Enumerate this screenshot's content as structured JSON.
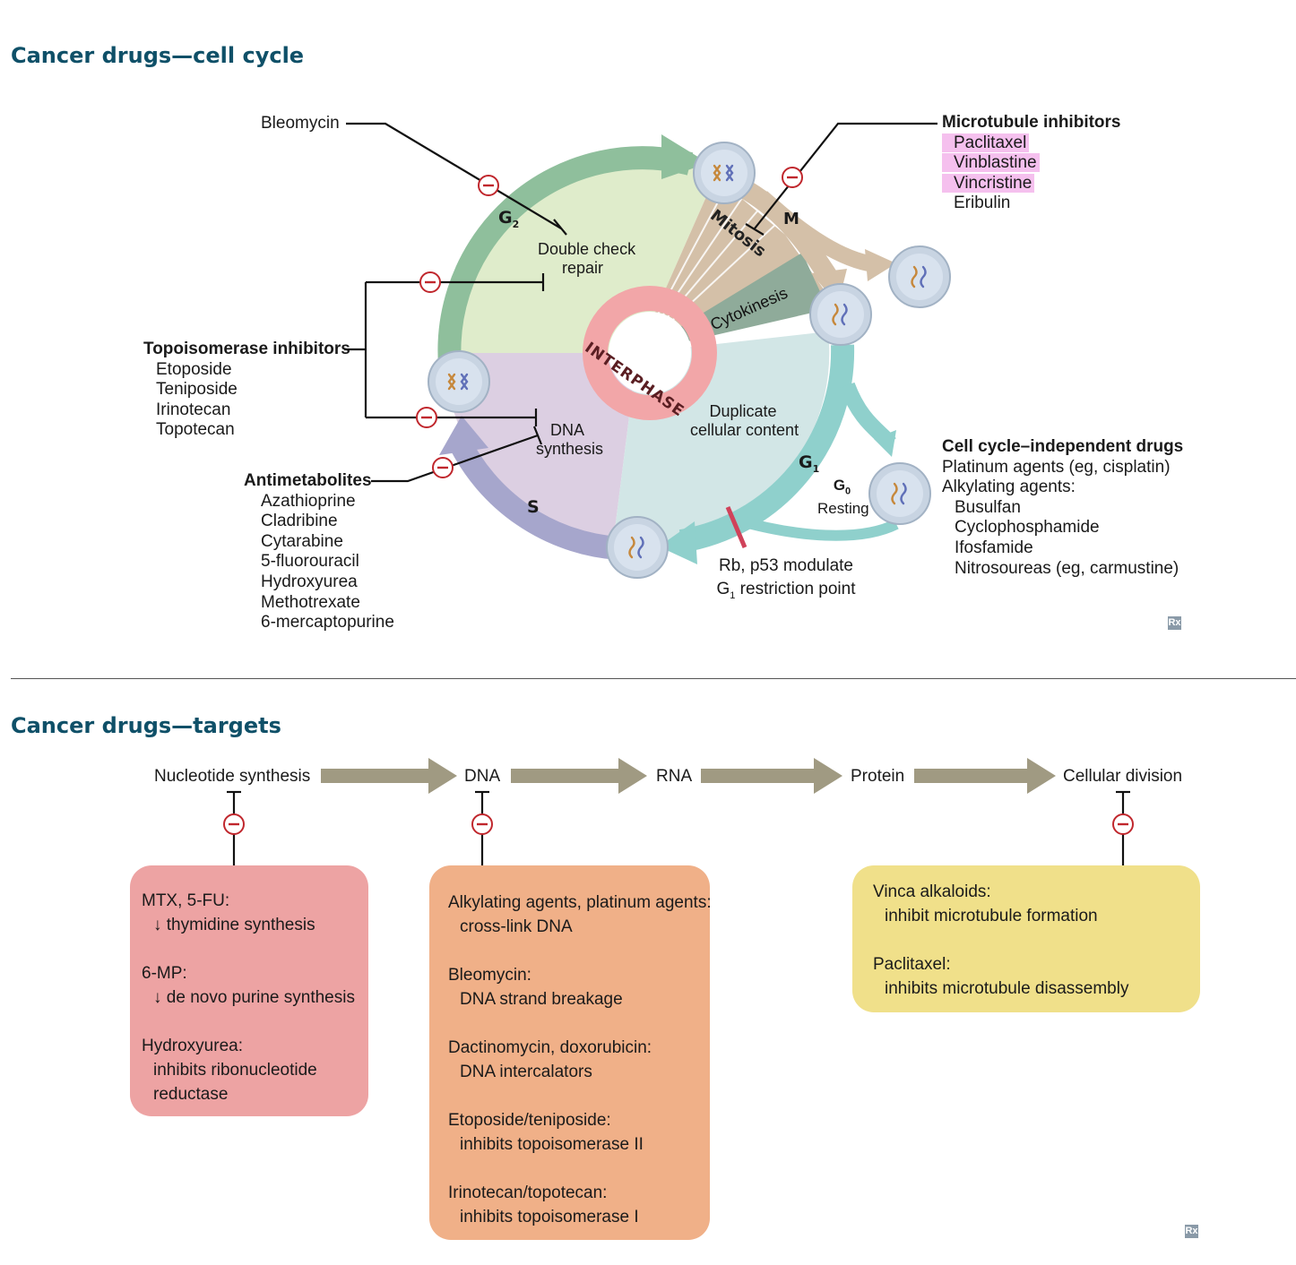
{
  "cell_cycle": {
    "title": "Cancer drugs—cell cycle",
    "bleomycin_label": "Bleomycin",
    "microtubule_inhibitors": {
      "heading": "Microtubule inhibitors",
      "drugs": [
        "Paclitaxel",
        "Vinblastine",
        "Vincristine",
        "Eribulin"
      ]
    },
    "topoisomerase_inhibitors": {
      "heading": "Topoisomerase inhibitors",
      "drugs": [
        "Etoposide",
        "Teniposide",
        "Irinotecan",
        "Topotecan"
      ]
    },
    "antimetabolites": {
      "heading": "Antimetabolites",
      "drugs": [
        "Azathioprine",
        "Cladribine",
        "Cytarabine",
        "5-fluorouracil",
        "Hydroxyurea",
        "Methotrexate",
        "6-mercaptopurine"
      ]
    },
    "cell_cycle_independent": {
      "heading": "Cell cycle–independent drugs",
      "lines": [
        "Platinum agents (eg, cisplatin)",
        "Alkylating agents:"
      ],
      "sub_drugs": [
        "Busulfan",
        "Cyclophosphamide",
        "Ifosfamide",
        "Nitrosoureas (eg, carmustine)"
      ]
    },
    "diagram_labels": {
      "double_check_1": "Double check",
      "double_check_2": "repair",
      "dna_1": "DNA",
      "dna_2": "synthesis",
      "duplicate_1": "Duplicate",
      "duplicate_2": "cellular content",
      "interphase": "INTERPHASE",
      "mitosis": "Mitosis",
      "m_phase": "M",
      "cytokinesis": "Cytokinesis",
      "g2": "G",
      "g2_sub": "2",
      "g1": "G",
      "g1_sub": "1",
      "s_phase": "S",
      "g0": "G",
      "g0_sub": "0",
      "resting": "Resting",
      "rb_p53": "Rb, p53 modulate",
      "restriction_g": "G",
      "restriction_sub": "1",
      "restriction_rest": " restriction point"
    }
  },
  "targets": {
    "title": "Cancer drugs—targets",
    "flow": [
      "Nucleotide synthesis",
      "DNA",
      "RNA",
      "Protein",
      "Cellular division"
    ],
    "boxes": [
      {
        "color": "#eda3a3",
        "entries": [
          {
            "head": "MTX, 5-FU:",
            "detail": [
              "↓ thymidine synthesis"
            ]
          },
          {
            "head": "6-MP:",
            "detail": [
              "↓ de novo purine synthesis"
            ]
          },
          {
            "head": "Hydroxyurea:",
            "detail": [
              "inhibits ribonucleotide",
              "reductase"
            ]
          }
        ]
      },
      {
        "color": "#f0b088",
        "entries": [
          {
            "head": "Alkylating agents, platinum agents:",
            "detail": [
              "cross-link DNA"
            ]
          },
          {
            "head": "Bleomycin:",
            "detail": [
              "DNA strand breakage"
            ]
          },
          {
            "head": "Dactinomycin, doxorubicin:",
            "detail": [
              "DNA intercalators"
            ]
          },
          {
            "head": "Etoposide/teniposide:",
            "detail": [
              "inhibits topoisomerase II"
            ]
          },
          {
            "head": "Irinotecan/topotecan:",
            "detail": [
              "inhibits topoisomerase I"
            ]
          }
        ]
      },
      {
        "color": "#f0e08a",
        "entries": [
          {
            "head": "Vinca alkaloids:",
            "detail": [
              "inhibit microtubule formation"
            ]
          },
          {
            "head": "Paclitaxel:",
            "detail": [
              "inhibits microtubule disassembly"
            ]
          }
        ]
      }
    ]
  },
  "colors": {
    "title": "#0f5068",
    "g2_green": "#8fbf9c",
    "s_purple": "#a6a6cc",
    "g1_teal": "#8fd0cc",
    "m_tan": "#d4c0a8",
    "interphase_ring": "#f2a6a8",
    "inhibit_red": "#c0272d",
    "flow_arrow": "#a09a82"
  },
  "logo_text": "Rx"
}
